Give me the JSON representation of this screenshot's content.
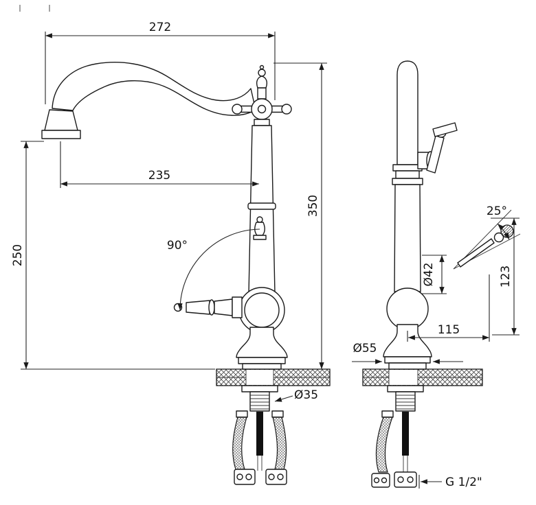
{
  "page": {
    "type": "technical-drawing",
    "subject": "kitchen-faucet-two-views"
  },
  "front_view": {
    "dim_overall_width": "272",
    "dim_spout_reach": "235",
    "dim_spout_height": "250",
    "dim_total_height": "350",
    "dim_swivel_angle": "90°",
    "dim_mount_hole_diameter": "Ø35"
  },
  "side_view": {
    "dim_handle_angle": "25°",
    "dim_body_diameter": "Ø42",
    "dim_handle_height": "123",
    "dim_handle_reach": "115",
    "dim_base_diameter": "Ø55",
    "dim_connection_thread": "G 1/2\""
  },
  "colors": {
    "line": "#1a1a1a",
    "dimension_text": "#111111",
    "background": "#ffffff"
  }
}
